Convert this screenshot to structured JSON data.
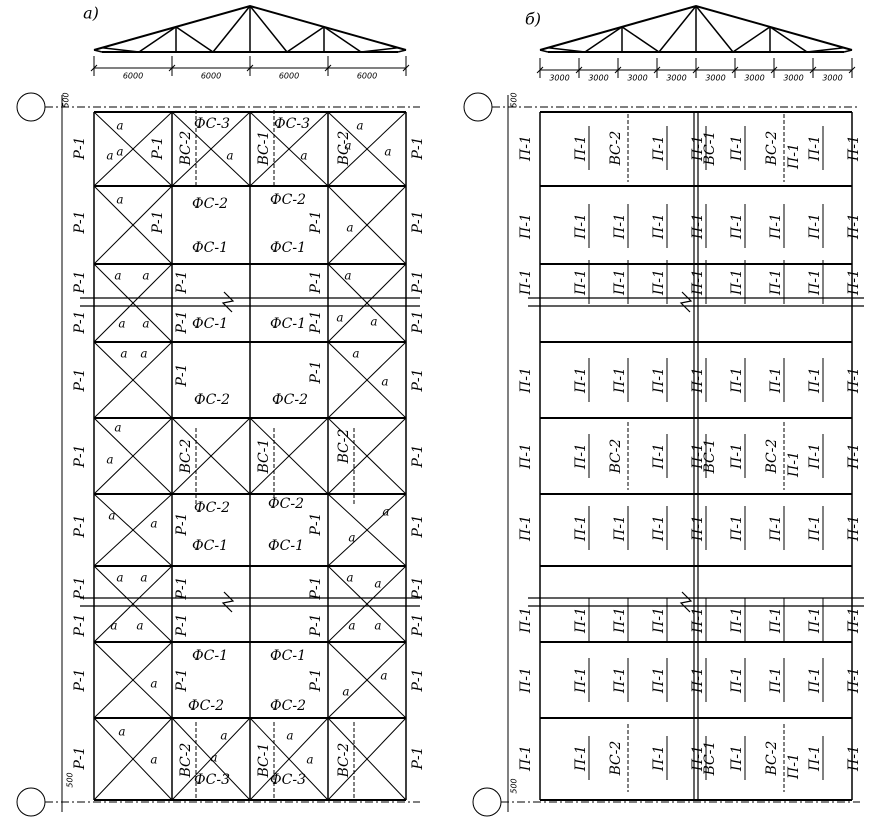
{
  "panel_a": {
    "title": "а)",
    "spans": [
      "6000",
      "6000",
      "6000",
      "6000"
    ],
    "dim_500": "500",
    "labels": {
      "column_brace": "Р-1",
      "bay_brace": "а",
      "vbrace_1": "ВС-1",
      "vbrace_2": "ВС-2",
      "truss_1": "ФС-1",
      "truss_2": "ФС-2",
      "truss_3": "ФС-3"
    }
  },
  "panel_b": {
    "title": "б)",
    "spans": [
      "3000",
      "3000",
      "3000",
      "3000",
      "3000",
      "3000",
      "3000",
      "3000"
    ],
    "dim_500": "500",
    "labels": {
      "purlin": "П-1",
      "vbrace_1": "ВС-1",
      "vbrace_2": "ВС-2"
    }
  }
}
